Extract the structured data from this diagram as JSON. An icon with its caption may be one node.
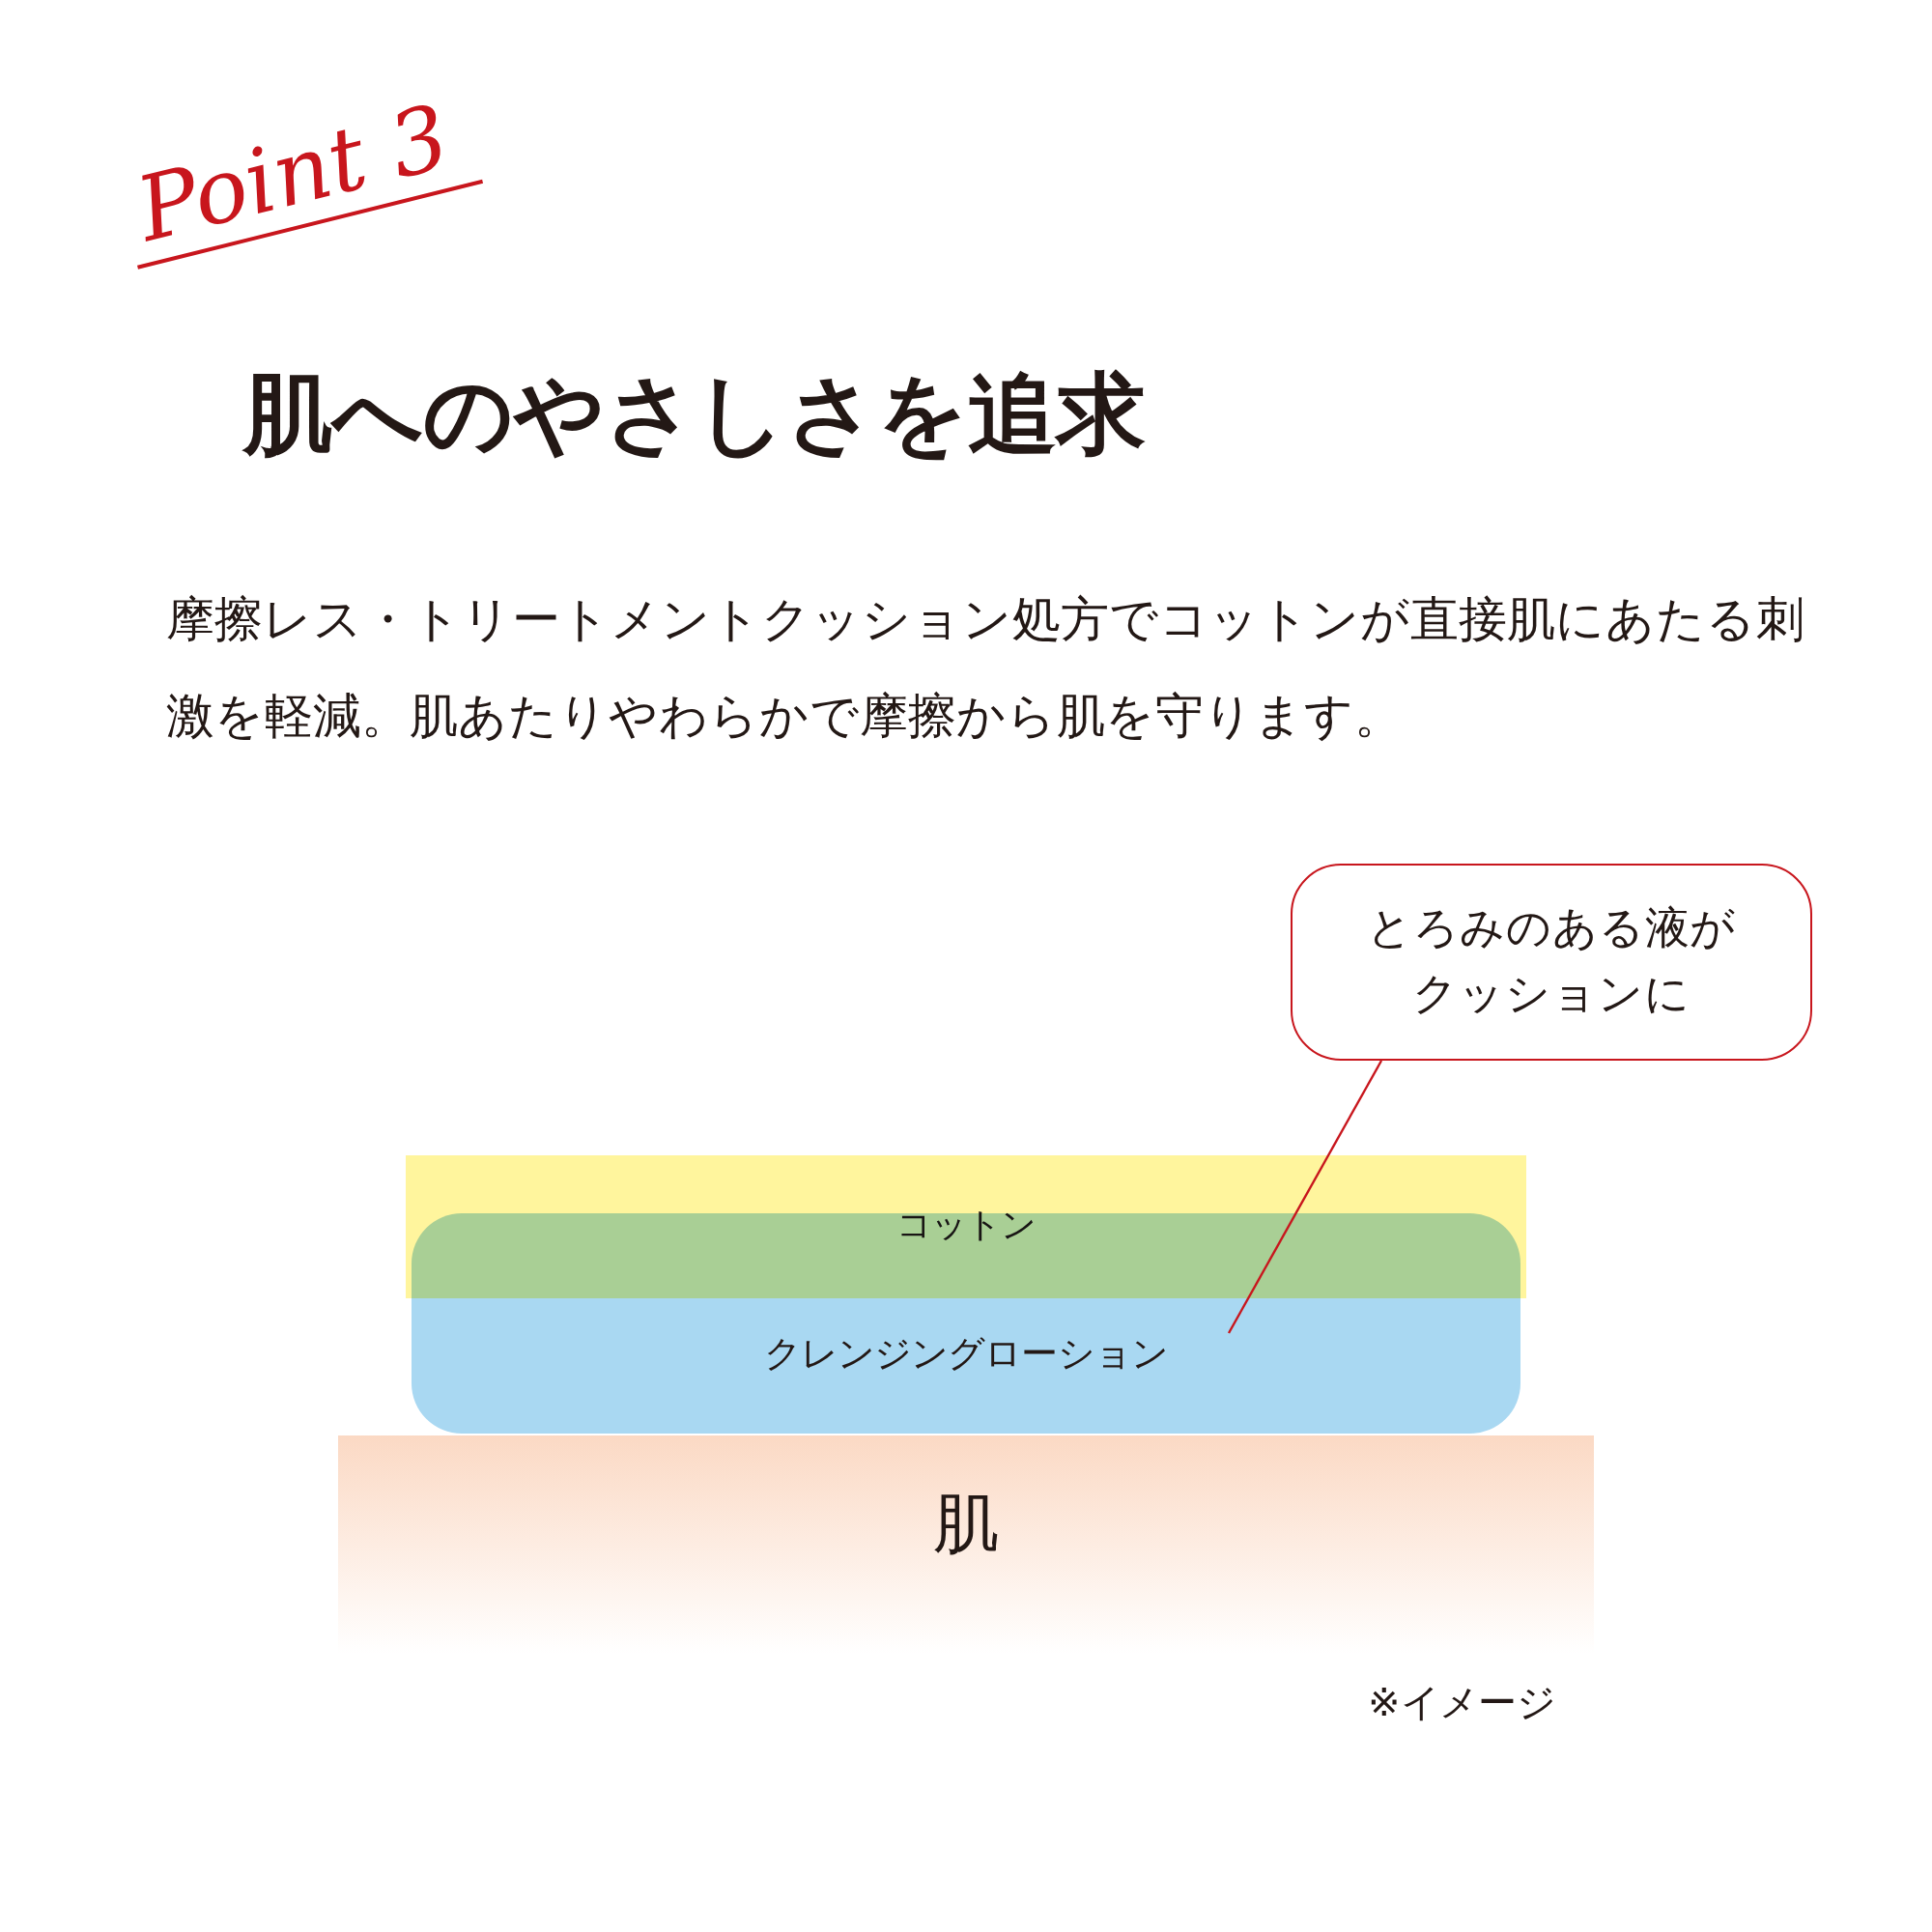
{
  "diagram": {
    "title": "肌へのやさしさを追求",
    "nodes": [
      {
        "text": [
          "とろみのある液がクッションに"
        ]
      },
      {
        "text": [
          "コットン"
        ]
      },
      {
        "text": [
          "クレンジングローション"
        ]
      },
      {
        "text": [
          "肌"
        ]
      }
    ],
    "edges": [
      {
        "from": 0,
        "to": 2,
        "arrow": "none"
      }
    ],
    "labels": [
      "Point 3",
      "摩擦レス・トリートメントクッション処方でコットンが直接肌にあたる刺激を軽減。肌あたりやわらかで摩擦から肌を守ります。",
      "※イメージ"
    ]
  }
}
